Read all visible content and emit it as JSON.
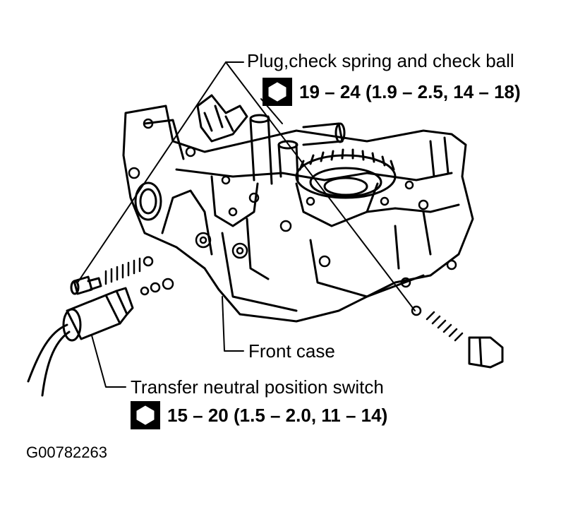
{
  "labels": {
    "plug_check": "Plug,check spring and check ball",
    "plug_check_torque": "19 – 24 (1.9 – 2.5, 14 – 18)",
    "front_case": "Front case",
    "switch": "Transfer neutral position switch",
    "switch_torque": "15 – 20 (1.5 – 2.0, 11 – 14)",
    "figure_id": "G00782263"
  },
  "icons": {
    "torque_wrench": "hex-bolt-torque-icon"
  }
}
